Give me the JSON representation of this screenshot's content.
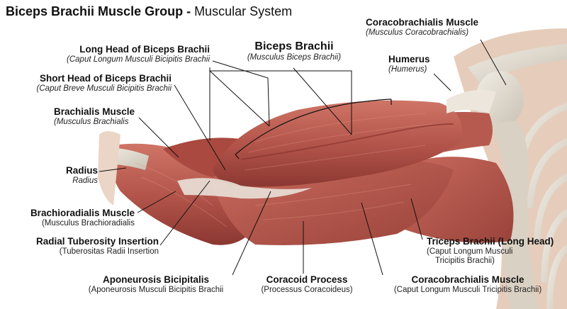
{
  "title": {
    "bold": "Biceps Brachii Muscle Group - ",
    "regular": "Muscular System"
  },
  "labels": {
    "long_head": {
      "name": "Long Head of Biceps Brachii",
      "latin": "(Caput Longum Musculi Bicipitis Brachii"
    },
    "short_head": {
      "name": "Short Head of Biceps Brachii",
      "latin": "(Caput Breve Musculi Bicipitis Brachii"
    },
    "brachialis": {
      "name": "Brachialis Muscle",
      "latin": "(Musculus Brachialis"
    },
    "radius": {
      "name": "Radius",
      "latin": "Radius"
    },
    "brachioradialis": {
      "name": "Brachioradialis Muscle",
      "latin": "(Musculus Brachioradialis"
    },
    "radial_tuberosity": {
      "name": "Radial Tuberosity Insertion",
      "latin": "(Tuberositas Radii Insertion"
    },
    "aponeurosis": {
      "name": "Aponeurosis Bicipitalis",
      "latin": "(Aponeurosis Musculi Bicipitis Brachii"
    },
    "coracoid": {
      "name": "Coracoid Process",
      "latin": "(Processus Coracoideus)"
    },
    "coracobrachialis_bottom": {
      "name": "Coracobrachialis Muscle",
      "latin": "(Caput Longum Musculi Tricipitis Brachii)"
    },
    "triceps": {
      "name": "Triceps Brachii (Long Head)",
      "latin1": "(Caput Longum Musculi",
      "latin2": "Tricipitis Brachii)"
    },
    "biceps": {
      "name": "Biceps Brachii",
      "latin": "(Musculus Biceps Brachii)"
    },
    "coracobrachialis_top": {
      "name": "Coracobrachialis Muscle",
      "latin": "(Musculus Coracobrachialis)"
    },
    "humerus": {
      "name": "Humerus",
      "latin": "(Humerus)"
    }
  },
  "colors": {
    "muscle": "#b8584e",
    "muscle_dark": "#8e3a33",
    "tendon": "#e9e3dc",
    "bone": "#e4ded2",
    "skin": "#e2c7b4",
    "line": "#111111"
  }
}
